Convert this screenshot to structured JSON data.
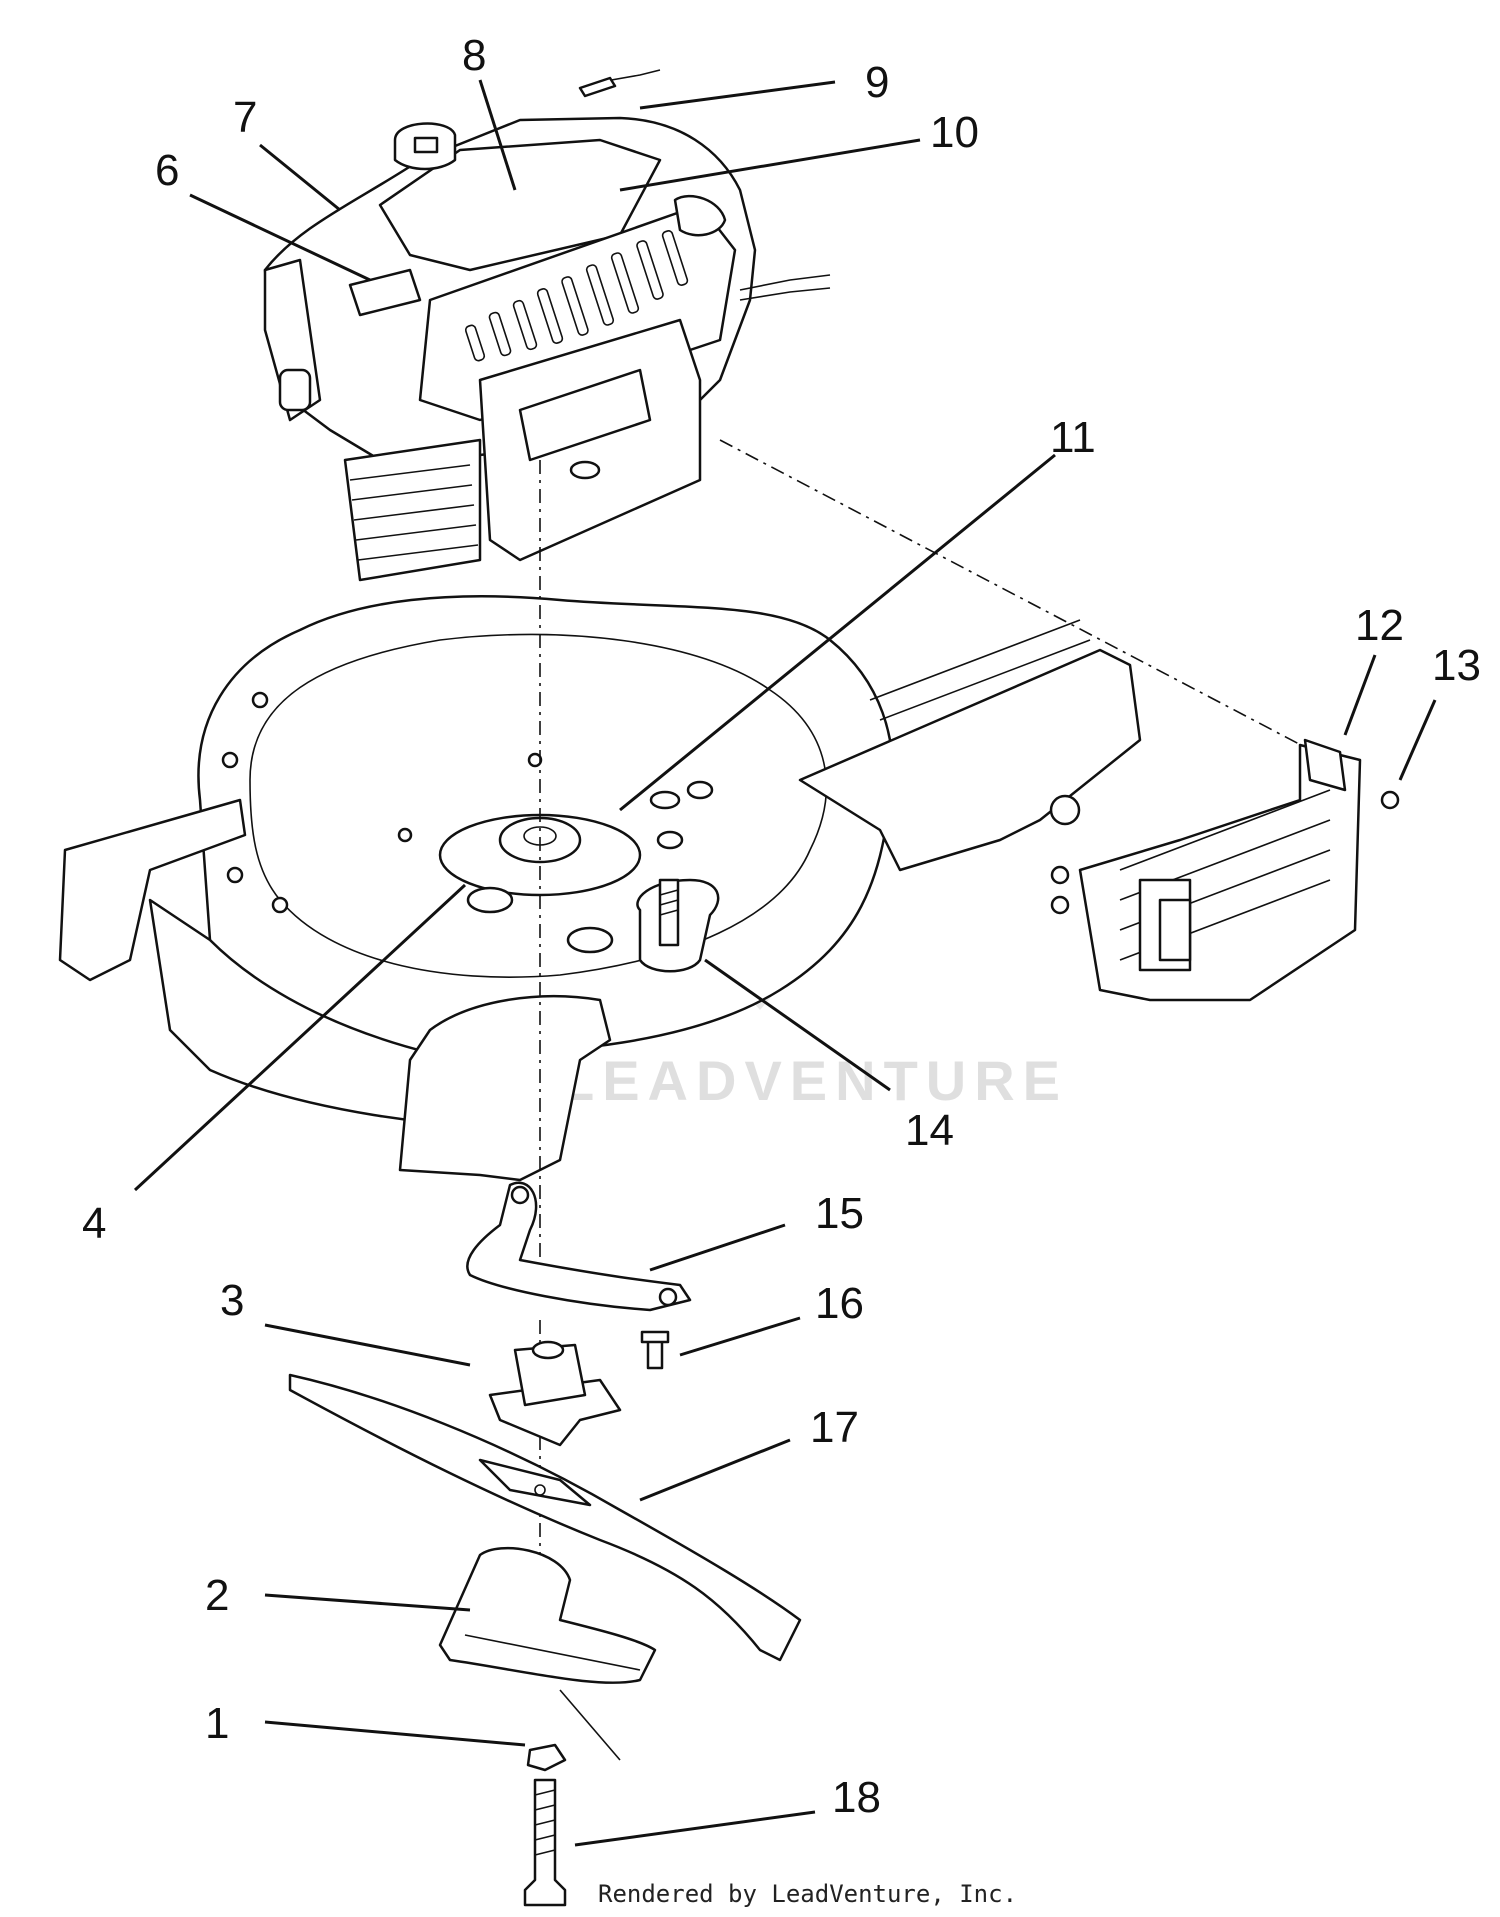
{
  "parts": [
    {
      "id": "1",
      "label": "1"
    },
    {
      "id": "2",
      "label": "2"
    },
    {
      "id": "3",
      "label": "3"
    },
    {
      "id": "4",
      "label": "4"
    },
    {
      "id": "6",
      "label": "6"
    },
    {
      "id": "7",
      "label": "7"
    },
    {
      "id": "8",
      "label": "8"
    },
    {
      "id": "9",
      "label": "9"
    },
    {
      "id": "10",
      "label": "10"
    },
    {
      "id": "11",
      "label": "11"
    },
    {
      "id": "12",
      "label": "12"
    },
    {
      "id": "13",
      "label": "13"
    },
    {
      "id": "14",
      "label": "14"
    },
    {
      "id": "15",
      "label": "15"
    },
    {
      "id": "16",
      "label": "16"
    },
    {
      "id": "17",
      "label": "17"
    },
    {
      "id": "18",
      "label": "18"
    }
  ],
  "watermark": "LEADVENTURE",
  "footer": "Rendered by LeadVenture, Inc."
}
